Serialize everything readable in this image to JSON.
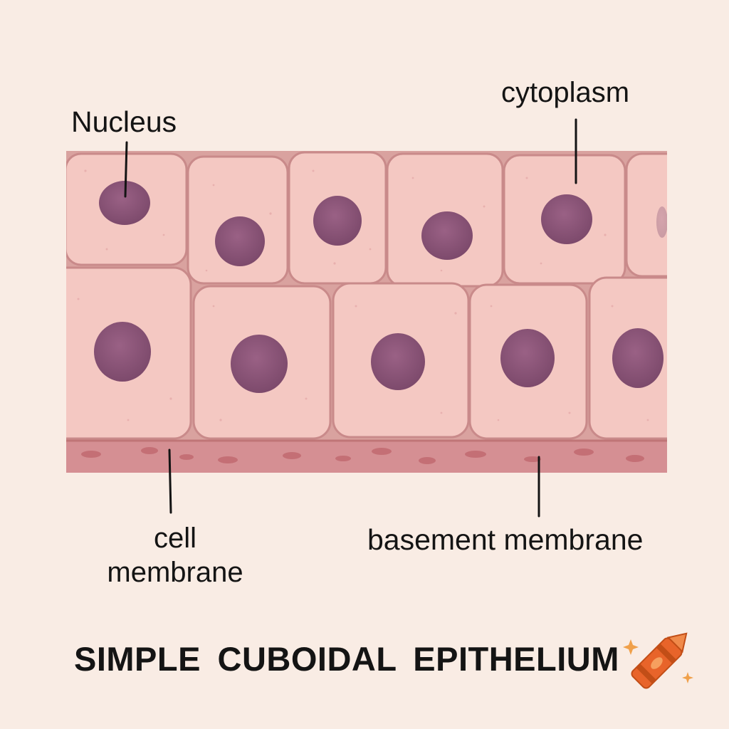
{
  "labels": {
    "nucleus": "Nucleus",
    "cytoplasm": "cytoplasm",
    "cell_membrane": "cell membrane",
    "basement_membrane": "basement membrane",
    "title": "SIMPLE CUBOIDAL EPITHELIUM"
  },
  "colors": {
    "background": "#f9ece4",
    "cell_fill": "#f4c8c2",
    "cell_membrane": "#c98a8a",
    "nucleus": "#8a5577",
    "basement_membrane": "#d58f93",
    "leader_line": "#141414",
    "crayon": "#e8642a"
  },
  "icons": {
    "badge": "crayon-icon"
  }
}
